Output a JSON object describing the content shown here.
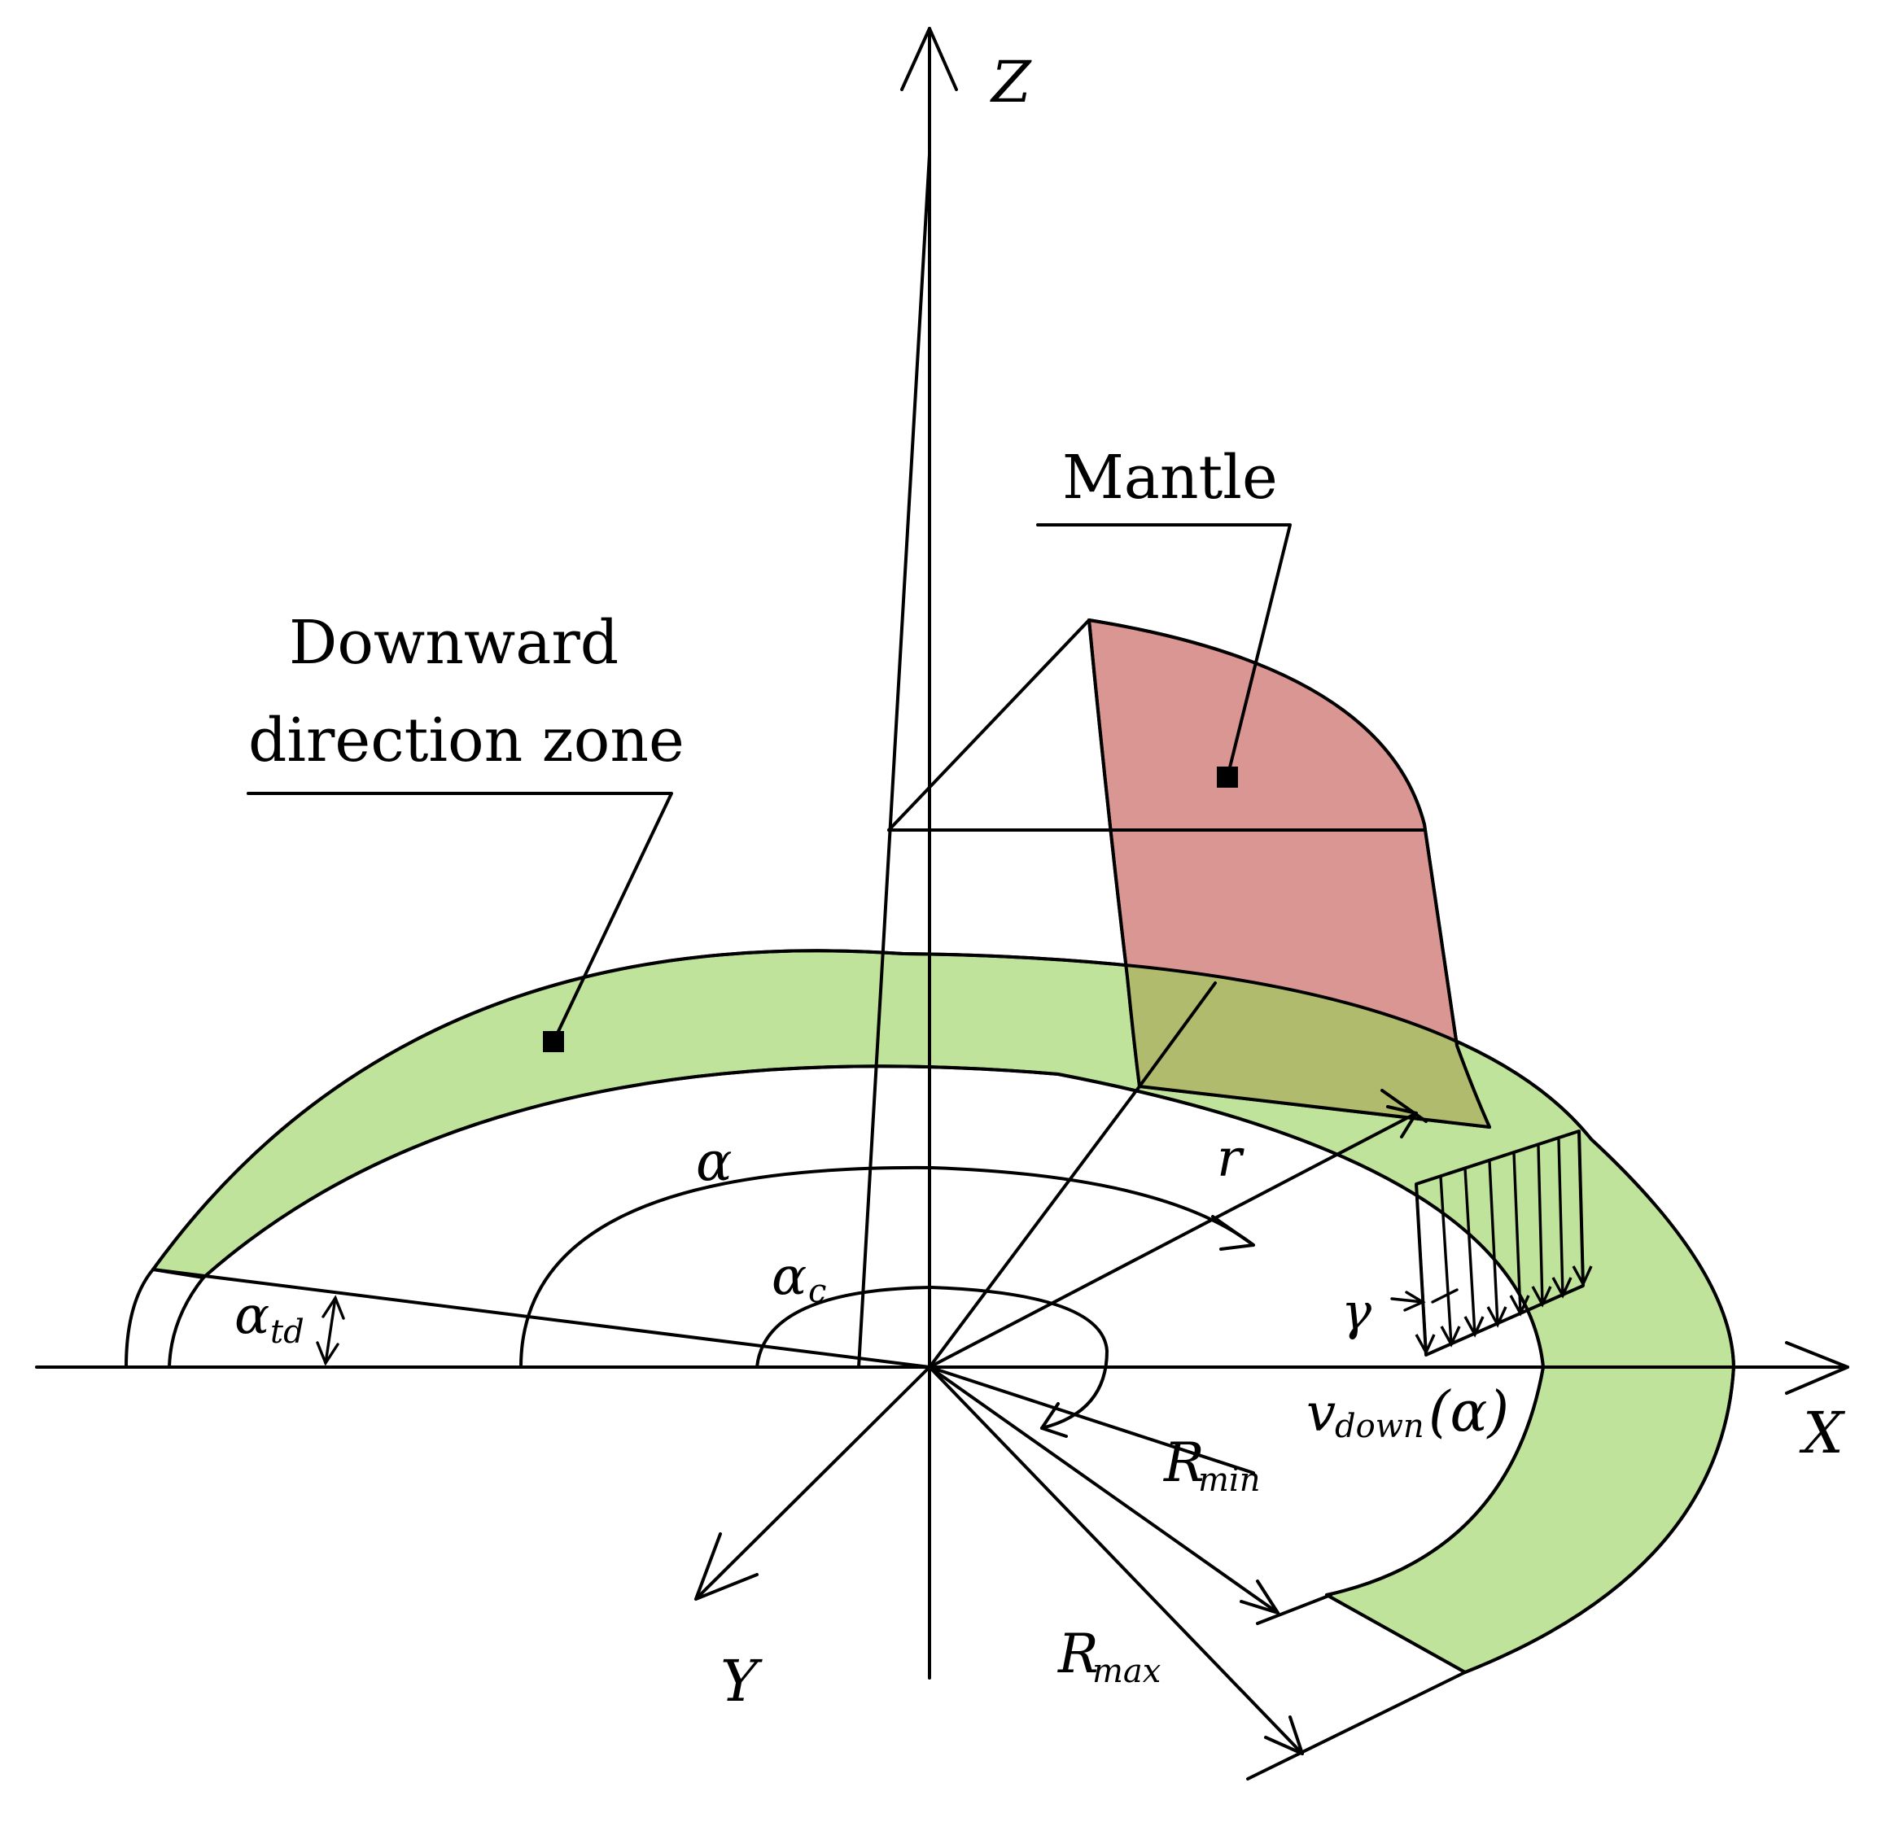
{
  "labels": {
    "axis_z": "Z",
    "axis_x": "X",
    "axis_y": "Y",
    "mantle": "Mantle",
    "zone_line1": "Downward",
    "zone_line2": "direction zone",
    "alpha": "α",
    "alpha_c": "α",
    "alpha_c_sub": "c",
    "alpha_td": "α",
    "alpha_td_sub": "td",
    "r": "r",
    "gamma": "γ",
    "v_down": "v",
    "v_down_sub": "down",
    "v_down_arg": "(α)",
    "r_min": "R",
    "r_min_sub": "min",
    "r_max": "R",
    "r_max_sub": "max"
  },
  "colors": {
    "downward_zone_fill": "#c0e39b",
    "mantle_fill": "#d99693",
    "overlap_fill": "#b0bb6d",
    "line": "#000000"
  }
}
